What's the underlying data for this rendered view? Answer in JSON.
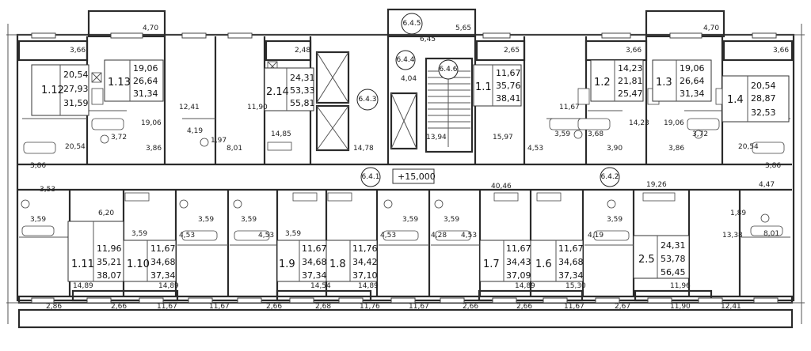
{
  "elevation_mark": "+15,000",
  "node_markers": [
    "6.4.5",
    "6.4.4",
    "6.4.6",
    "6.4.3",
    "6.4.1",
    "6.4.2"
  ],
  "apartments": [
    {
      "label": "1.12",
      "areas": [
        "20,54",
        "27,93",
        "31,59"
      ]
    },
    {
      "label": "1.13",
      "areas": [
        "19,06",
        "26,64",
        "31,34"
      ]
    },
    {
      "label": "2.14",
      "areas": [
        "24,31",
        "53,33",
        "55,81"
      ]
    },
    {
      "label": "1.1",
      "areas": [
        "11,67",
        "35,76",
        "38,41"
      ]
    },
    {
      "label": "1.2",
      "areas": [
        "14,23",
        "21,81",
        "25,47"
      ]
    },
    {
      "label": "1.3",
      "areas": [
        "19,06",
        "26,64",
        "31,34"
      ]
    },
    {
      "label": "1.4",
      "areas": [
        "20,54",
        "28,87",
        "32,53"
      ]
    },
    {
      "label": "1.11",
      "areas": [
        "11,96",
        "35,21",
        "38,07"
      ]
    },
    {
      "label": "1.10",
      "areas": [
        "11,67",
        "34,68",
        "37,34"
      ]
    },
    {
      "label": "1.9",
      "areas": [
        "11,67",
        "34,68",
        "37,34"
      ]
    },
    {
      "label": "1.8",
      "areas": [
        "11,76",
        "34,42",
        "37,10"
      ]
    },
    {
      "label": "1.7",
      "areas": [
        "11,67",
        "34,43",
        "37,09"
      ]
    },
    {
      "label": "1.6",
      "areas": [
        "11,67",
        "34,68",
        "37,34"
      ]
    },
    {
      "label": "2.5",
      "areas": [
        "24,31",
        "53,78",
        "56,45"
      ]
    }
  ],
  "room_areas": [
    "4,70",
    "6,45",
    "5,65",
    "4,70",
    "3,66",
    "2,48",
    "2,65",
    "3,66",
    "3,66",
    "4,04",
    "12,41",
    "11,90",
    "11,67",
    "19,06",
    "14,23",
    "19,06",
    "3,72",
    "4,19",
    "1,97",
    "3,68",
    "3,59",
    "3,72",
    "20,54",
    "3,86",
    "8,01",
    "14,85",
    "14,78",
    "13,94",
    "15,97",
    "4,53",
    "3,90",
    "3,86",
    "20,54",
    "3,86",
    "3,86",
    "3,53",
    "40,46",
    "19,26",
    "4,47",
    "3,59",
    "3,59",
    "3,59",
    "3,59",
    "3,59",
    "3,59",
    "3,59",
    "3,59",
    "6,20",
    "1,89",
    "4,53",
    "4,53",
    "4,53",
    "4,28",
    "4,53",
    "4,19",
    "8,01",
    "13,38",
    "14,89",
    "14,89",
    "14,54",
    "14,89",
    "14,89",
    "15,30",
    "11,96",
    "2,86",
    "2,66",
    "11,67",
    "11,67",
    "2,66",
    "2,68",
    "11,76",
    "11,67",
    "2,66",
    "2,66",
    "11,67",
    "2,67",
    "11,90",
    "12,41"
  ]
}
